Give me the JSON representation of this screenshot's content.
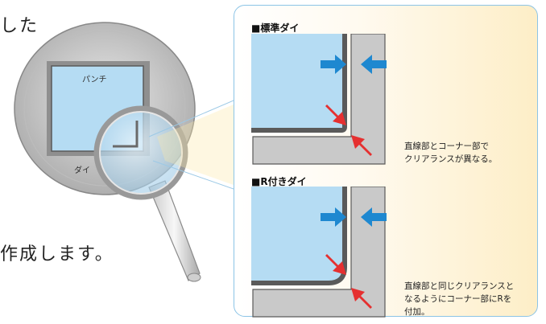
{
  "left_text": {
    "line1": "した",
    "line2": "作成します。"
  },
  "magnifier": {
    "punch_label": "パンチ",
    "die_label": "ダイ"
  },
  "standard_die": {
    "title": "■標準ダイ",
    "note_line1": "直線部とコーナー部で",
    "note_line2": "クリアランスが異なる。"
  },
  "r_die": {
    "title": "■R付きダイ",
    "note_line1": "直線部と同じクリアランスと",
    "note_line2": "なるようにコーナー部にRを",
    "note_line3": "付加。"
  },
  "colors": {
    "punch_blue": "#b5dcf3",
    "die_gray": "#c9c9c9",
    "arrow_blue": "#1e88d0",
    "arrow_red": "#e53030",
    "panel_border": "#8cc4e6"
  }
}
